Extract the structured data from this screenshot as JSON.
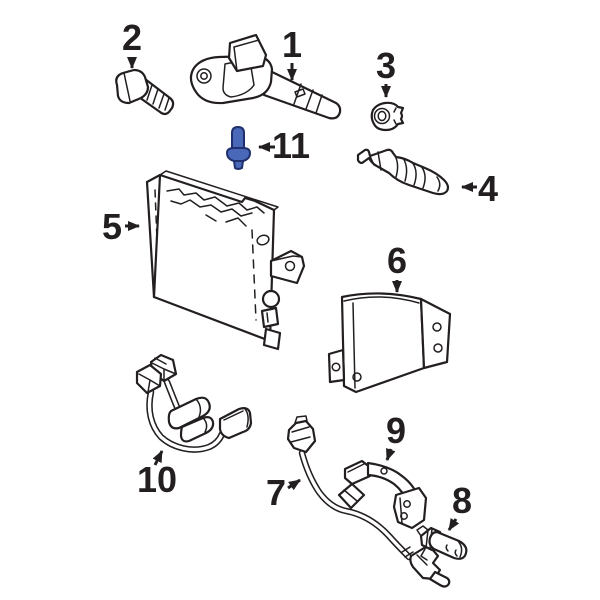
{
  "diagram": {
    "type": "exploded-parts-diagram",
    "background_color": "#ffffff",
    "line_color": "#231f20",
    "highlight_fill": "#4a68b8",
    "highlight_outline": "#20306e",
    "highlighted_part_label": "11",
    "callouts": [
      {
        "label": "1"
      },
      {
        "label": "2"
      },
      {
        "label": "3"
      },
      {
        "label": "4"
      },
      {
        "label": "5"
      },
      {
        "label": "6"
      },
      {
        "label": "7"
      },
      {
        "label": "8"
      },
      {
        "label": "9"
      },
      {
        "label": "10"
      },
      {
        "label": "11"
      }
    ]
  }
}
